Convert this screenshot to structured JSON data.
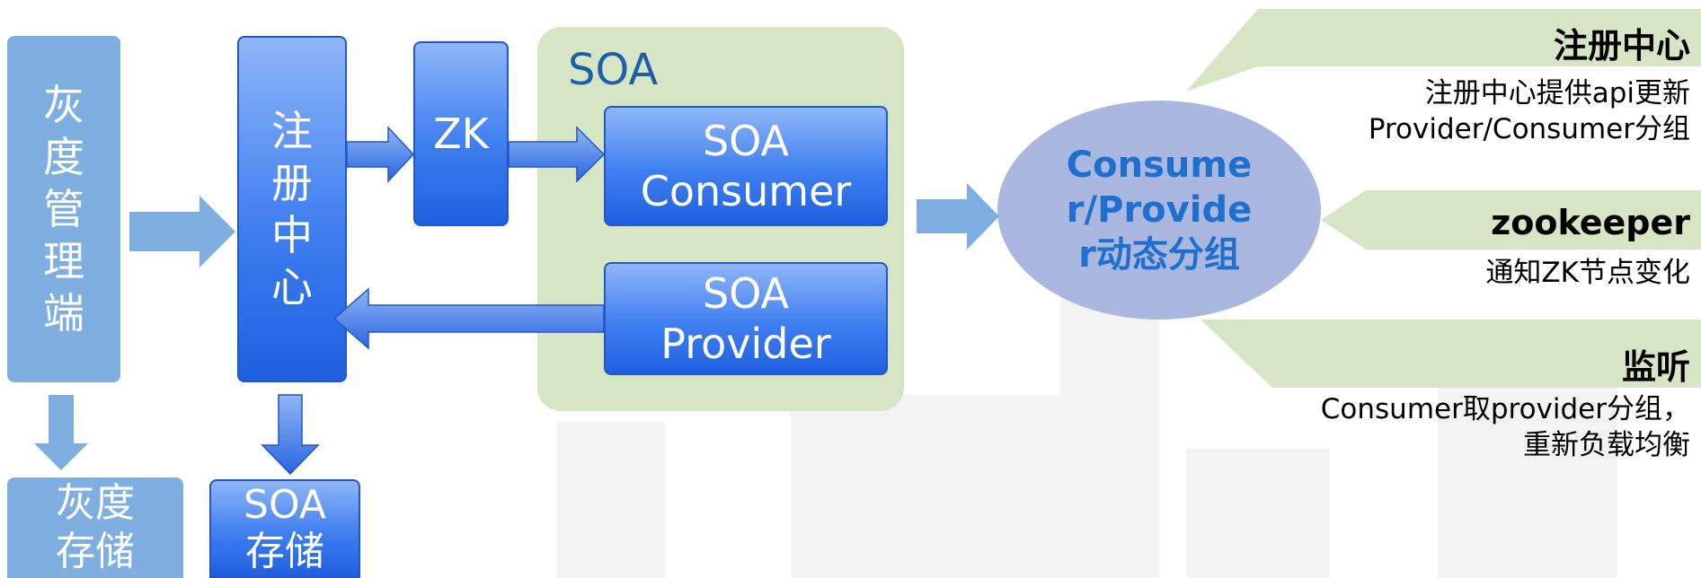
{
  "nodes": {
    "gray_admin": "灰度管理端",
    "gray_storage": "灰度\n存储",
    "registry": "注册中心",
    "zk": "ZK",
    "soa_storage": "SOA\n存储",
    "soa_panel_title": "SOA",
    "soa_consumer": "SOA\nConsumer",
    "soa_provider": "SOA\nProvider",
    "grouping": "Consume\nr/Provide\nr动态分组"
  },
  "callouts": [
    {
      "title": "注册中心",
      "desc": "注册中心提供api更新\nProvider/Consumer分组"
    },
    {
      "title": "zookeeper",
      "desc": "通知ZK节点变化"
    },
    {
      "title": "监听",
      "desc": "Consumer取provider分组，\n重新负载均衡"
    }
  ],
  "colors": {
    "light_box": "#7faee0",
    "blue_box": "#3f7ff0",
    "soa_panel": "#d6e5c4",
    "ellipse": "#aab8df",
    "callout_band": "#d6e5c4",
    "ellipse_text": "#1f6fd0"
  }
}
